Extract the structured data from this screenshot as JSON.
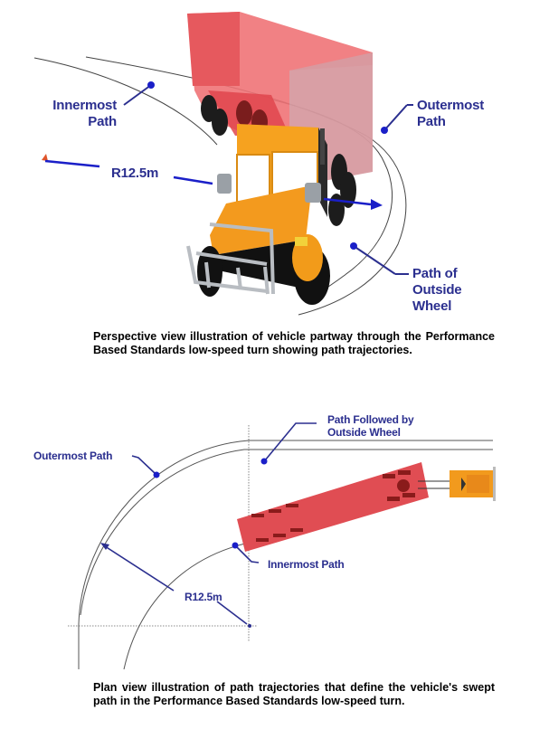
{
  "figures": [
    {
      "id": "perspective",
      "labels": {
        "innermost_path": [
          "Innermost",
          "Path"
        ],
        "outermost_path": [
          "Outermost",
          "Path"
        ],
        "radius": "R12.5m",
        "outside_wheel_path": [
          "Path of",
          "Outside",
          "Wheel"
        ]
      },
      "caption": "Perspective view illustration of vehicle partway through the Performance Based Standards low-speed turn showing path trajectories."
    },
    {
      "id": "plan",
      "labels": {
        "outermost_path": "Outermost Path",
        "outside_wheel_path": [
          "Path Followed by",
          "Outside Wheel"
        ],
        "innermost_path": "Innermost Path",
        "radius": "R12.5m"
      },
      "caption": "Plan view illustration of path trajectories that define the vehicle's swept path in the Performance Based Standards low-speed turn."
    }
  ],
  "colors": {
    "label_blue": "#2b2f8f",
    "marker_blue": "#1a1fc8",
    "trailer_red": "#e0565a",
    "cab_orange": "#f39a1e",
    "path_line": "#555555"
  }
}
